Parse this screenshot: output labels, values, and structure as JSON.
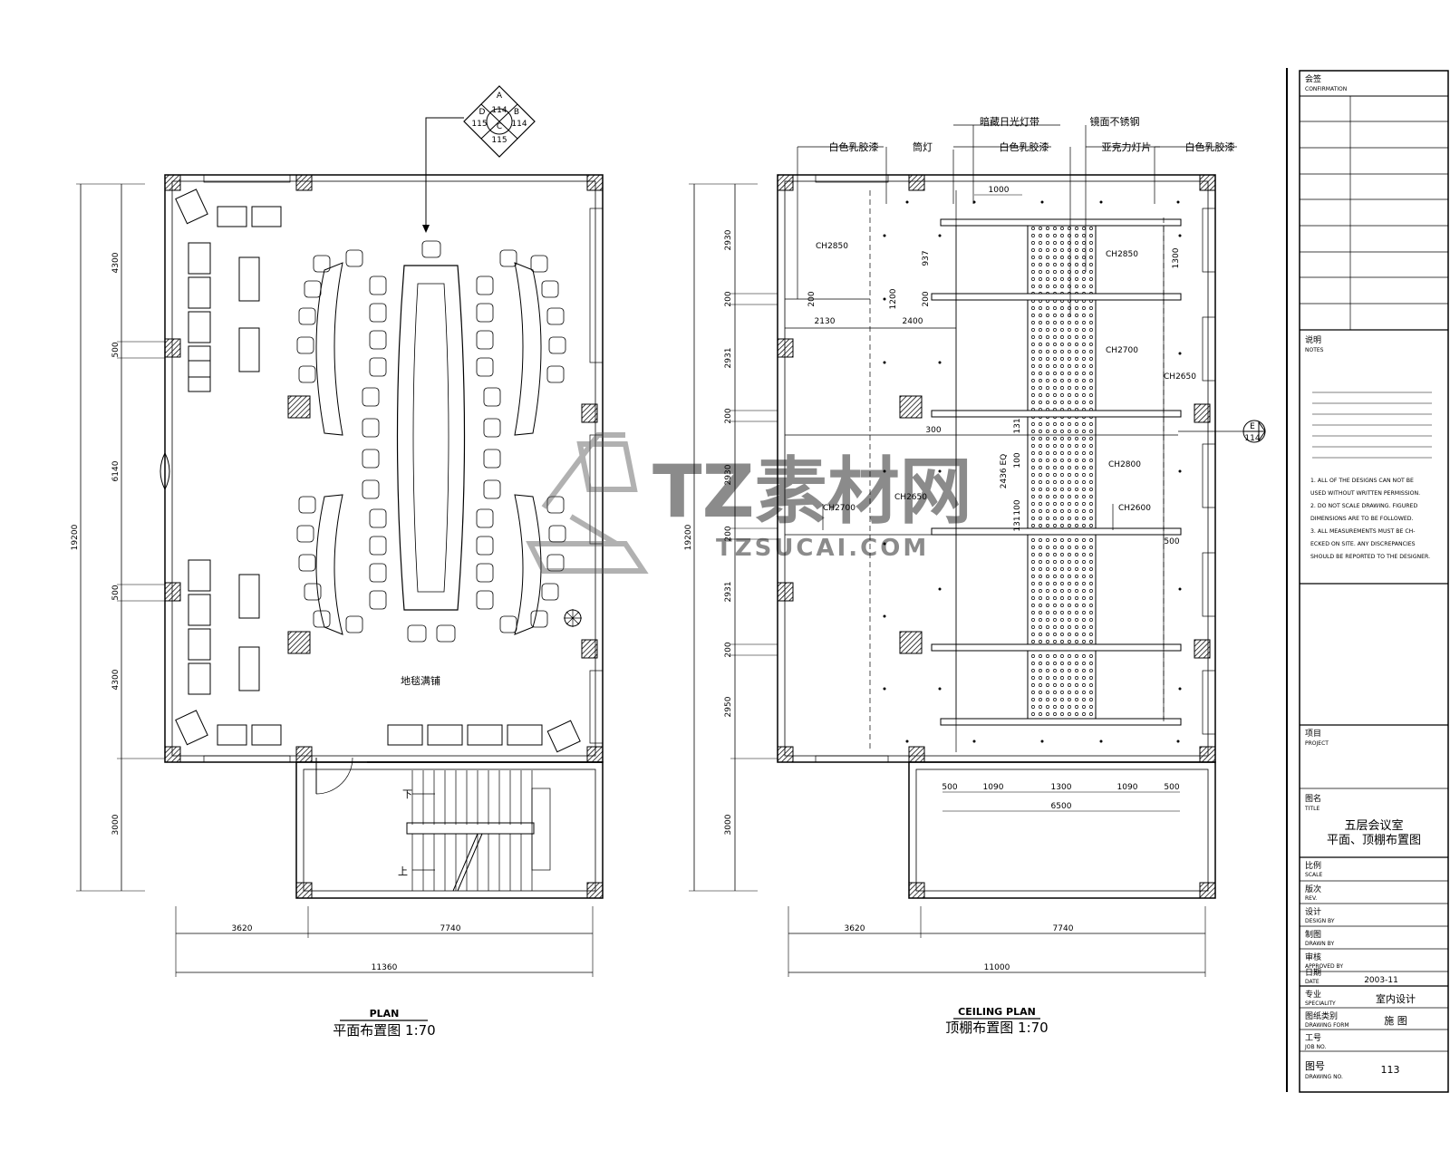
{
  "north": {
    "top": "A",
    "left": "D",
    "right": "B",
    "bottom": "C",
    "n1": "114",
    "n2": "115",
    "n3": "114",
    "n4": "115"
  },
  "plan": {
    "title_en": "PLAN",
    "title_cn": "平面布置图 1:70",
    "carpet_label": "地毯满铺",
    "stair_down": "下",
    "stair_up": "上",
    "dims_left": [
      "4300",
      "500",
      "6140",
      "500",
      "4300",
      "3000"
    ],
    "dim_total_left": "19200",
    "dims_bottom": [
      "3620",
      "7740"
    ],
    "dim_total_bottom": "11360"
  },
  "ceiling": {
    "title_en": "CEILING PLAN",
    "title_cn": "顶棚布置图 1:70",
    "callouts": [
      "白色乳胶漆",
      "筒灯",
      "暗藏日光灯带",
      "白色乳胶漆",
      "镜面不锈钢",
      "亚克力灯片",
      "白色乳胶漆"
    ],
    "heights": [
      "CH2850",
      "CH2850",
      "CH2700",
      "CH2650",
      "CH2800",
      "CH2700",
      "CH2650",
      "CH2600"
    ],
    "dims_left": [
      "2930",
      "200",
      "2931",
      "200",
      "2930",
      "200",
      "2931",
      "200",
      "2950",
      "3000"
    ],
    "dim_total_left": "19200",
    "inner_dims": [
      "1000",
      "937",
      "1200",
      "200",
      "200",
      "2130",
      "2400",
      "1300",
      "300",
      "2436 EQ",
      "131",
      "100",
      "131",
      "100",
      "500"
    ],
    "bottom_inner_dims": [
      "500",
      "1090",
      "1300",
      "1090",
      "500"
    ],
    "bottom_inner_total": "6500",
    "dims_bottom": [
      "3620",
      "7740"
    ],
    "dim_total_bottom": "11000",
    "section_mark": {
      "letter": "E",
      "num": "114"
    }
  },
  "title_block": {
    "fields": [
      {
        "cn": "会签",
        "en": "CONFIRMATION"
      },
      {
        "cn": "说明",
        "en": "NOTES"
      },
      {
        "cn": "项目",
        "en": "PROJECT"
      },
      {
        "cn": "图名",
        "en": "TITLE"
      },
      {
        "cn": "比例",
        "en": "SCALE"
      },
      {
        "cn": "版次",
        "en": "REV."
      },
      {
        "cn": "设计",
        "en": "DESIGN BY"
      },
      {
        "cn": "制图",
        "en": "DRAWN BY"
      },
      {
        "cn": "审核",
        "en": "APPROVED BY"
      },
      {
        "cn": "日期",
        "en": "DATE"
      },
      {
        "cn": "专业",
        "en": "SPECIALITY"
      },
      {
        "cn": "图纸类别",
        "en": "DRAWING FORM"
      },
      {
        "cn": "工号",
        "en": "JOB NO."
      },
      {
        "cn": "图号",
        "en": "DRAWING NO."
      }
    ],
    "notes_en": [
      "1. ALL OF THE DESIGNS CAN NOT BE",
      "USED WITHOUT WRITTEN PERMISSION.",
      "2. DO NOT SCALE DRAWING. FIGURED",
      "DIMENSIONS ARE TO BE FOLLOWED.",
      "3. ALL MEASUREMENTS MUST BE CH-",
      "ECKED ON SITE. ANY DISCREPANCIES",
      "SHOULD BE REPORTED TO THE DESIGNER."
    ],
    "title_line1": "五层会议室",
    "title_line2": "平面、顶棚布置图",
    "date": "2003-11",
    "speciality": "室内设计",
    "drawing_form": "施 图",
    "drawing_no": "113"
  },
  "watermark": {
    "main": "TZ素材网",
    "sub": "TZSUCAI.COM"
  }
}
